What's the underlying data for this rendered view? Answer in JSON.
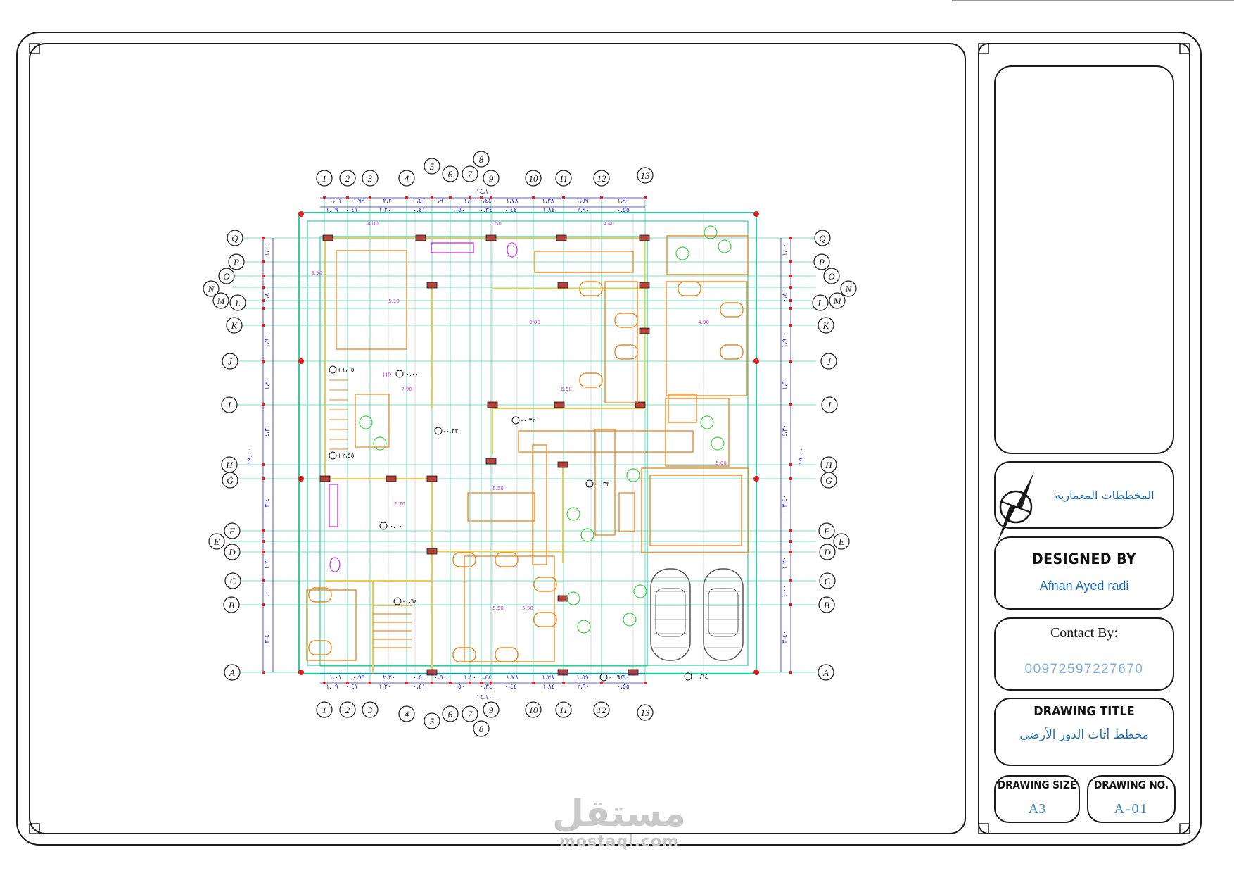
{
  "title_block": {
    "company": "المخططات المعمارية",
    "designed_by_label": "DESIGNED BY",
    "designer": "Afnan Ayed radi",
    "contact_label": "Contact  By:",
    "contact_phone": "00972597227670",
    "drawing_title_label": "DRAWING TITLE",
    "drawing_title": "مخطط أثاث الدور الأرضي",
    "drawing_size_label": "DRAWING SIZE",
    "drawing_size": "A3",
    "drawing_no_label": "DRAWING NO.",
    "drawing_no": "A-01"
  },
  "watermark": {
    "arabic": "مستقل",
    "latin": "mostaql.com"
  },
  "plan": {
    "grid_columns": [
      "1",
      "2",
      "3",
      "4",
      "5",
      "6",
      "7",
      "8",
      "9",
      "10",
      "11",
      "12",
      "13"
    ],
    "grid_rows": [
      "Q",
      "P",
      "O",
      "N",
      "M",
      "L",
      "K",
      "J",
      "I",
      "H",
      "G",
      "F",
      "E",
      "D",
      "C",
      "B",
      "A"
    ],
    "top_dims_row1": [
      "١،٠١",
      "٠،٩٩",
      "٢،٢٠",
      "٠،٥٠",
      "٠،٩٠",
      "١،١٠",
      "٠،٤٤",
      "١،٧٨",
      "١،٣٨",
      "١،٥٩",
      "١،٩٠"
    ],
    "top_dims_row2": [
      "١،٠٩",
      "٠،٤١",
      "١،٢٠",
      "٠،٤١",
      "٠،٥٠",
      "٠،٣٤",
      "٠،٤٤",
      "١،٨٤",
      "٢،٩٠",
      "٠،٥٥"
    ],
    "top_overall": "١٤،١٠",
    "side_dims": [
      "١،٠٠",
      "٠،٨٠",
      "١،٩٠",
      "١،٩٠",
      "٤،٣٠",
      "٣،٤٠",
      "١،٢٠",
      "١،٠٠",
      "٣،٤٠"
    ],
    "overall_depth": "١٩،٠٠",
    "room_dims": [
      "4.00",
      "5.10",
      "1.50",
      "4.40",
      "3.90",
      "9.80",
      "4.90",
      "7.00",
      "6.50",
      "5.50",
      "2.70",
      "5.50",
      "5.50",
      "5.00"
    ],
    "level_marks": [
      "+١،٠٥",
      "+٢،٥٥",
      "٠،٠٠",
      "-٠،٣٢",
      "-٠،٣٢",
      "٠،٠٠",
      "-٠،٣٢",
      "-٠،٦٤",
      "-٠،٦٤",
      "-٠،٦٤"
    ],
    "stair_label": "UP"
  },
  "colors": {
    "frame": "#1a1a1a",
    "grid_line": "#2bd39c",
    "wall": "#f2c94c",
    "furniture": "#f08a24",
    "dimension_blue": "#2a2ad8",
    "dimension_red": "#e02020",
    "magenta": "#d13be0",
    "plants": "#3fcf3f",
    "car": "#555555",
    "title_blue": "#1f6fb5",
    "phone_blue": "#7fb2dd",
    "size_blue": "#3a86c8"
  }
}
